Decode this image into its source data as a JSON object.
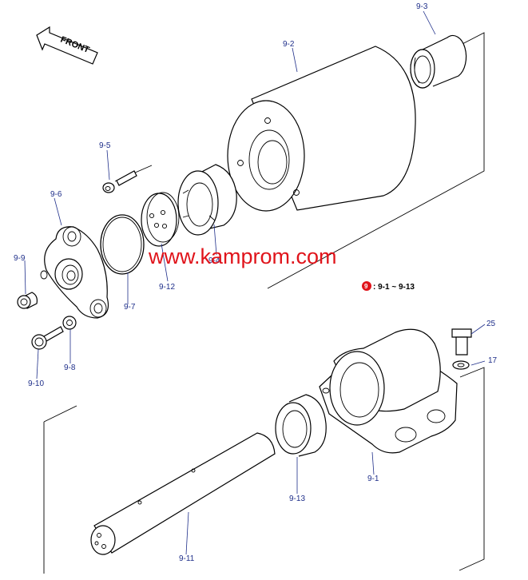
{
  "front_label": "FRONT",
  "watermark": "www.kamprom.com",
  "reference": {
    "marker": "9",
    "text": ": 9-1 ~ 9-13"
  },
  "colors": {
    "callout": "#1f2f8a",
    "watermark": "#e0141b",
    "marker": "#e0141b"
  },
  "callouts": {
    "p9_1": "9-1",
    "p9_2": "9-2",
    "p9_3": "9-3",
    "p9_4": "9-4",
    "p9_5": "9-5",
    "p9_6": "9-6",
    "p9_7": "9-7",
    "p9_8": "9-8",
    "p9_9": "9-9",
    "p9_10": "9-10",
    "p9_11": "9-11",
    "p9_12": "9-12",
    "p9_13": "9-13",
    "p17": "17",
    "p25": "25"
  }
}
